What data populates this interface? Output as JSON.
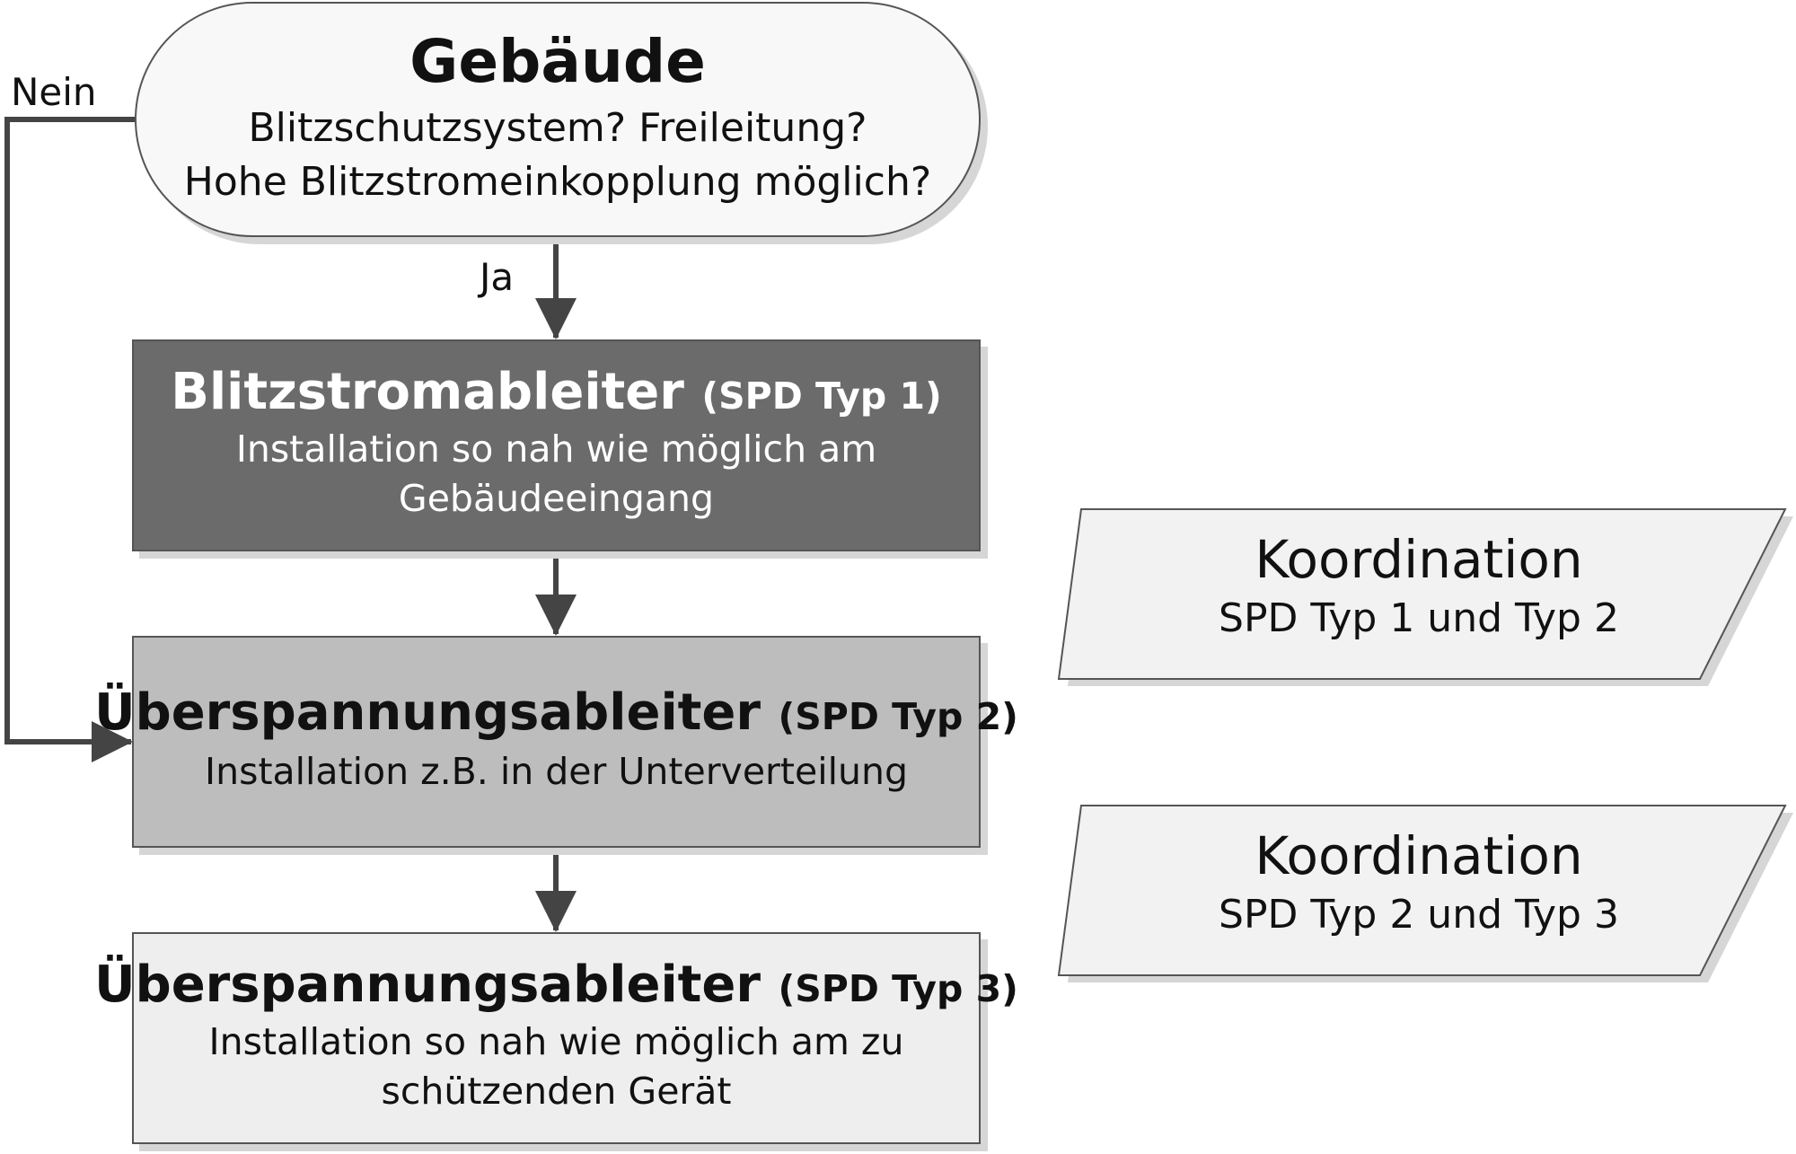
{
  "colors": {
    "start_fill": "#f8f8f8",
    "type1_fill": "#6b6b6b",
    "type2_fill": "#bdbdbd",
    "type3_fill": "#eeeeee",
    "koord_fill": "#f2f2f2",
    "line": "#444444"
  },
  "start": {
    "title": "Gebäude",
    "line1": "Blitzschutzsystem? Freileitung?",
    "line2": "Hohe Blitzstromeinkopplung möglich?"
  },
  "labels": {
    "yes": "Ja",
    "no": "Nein"
  },
  "type1": {
    "title": "Blitzstromableiter",
    "tag": "(SPD Typ 1)",
    "line1": "Installation so nah wie möglich am",
    "line2": "Gebäudeeingang"
  },
  "type2": {
    "title": "Überspannungsableiter",
    "tag": "(SPD Typ 2)",
    "line1": "Installation z.B. in der Unterverteilung"
  },
  "type3": {
    "title": "Überspannungsableiter",
    "tag": "(SPD Typ 3)",
    "line1": "Installation so nah wie möglich am zu",
    "line2": "schützenden Gerät"
  },
  "coordination": [
    {
      "title": "Koordination",
      "subtitle": "SPD Typ 1 und Typ 2"
    },
    {
      "title": "Koordination",
      "subtitle": "SPD Typ 2 und Typ 3"
    }
  ]
}
